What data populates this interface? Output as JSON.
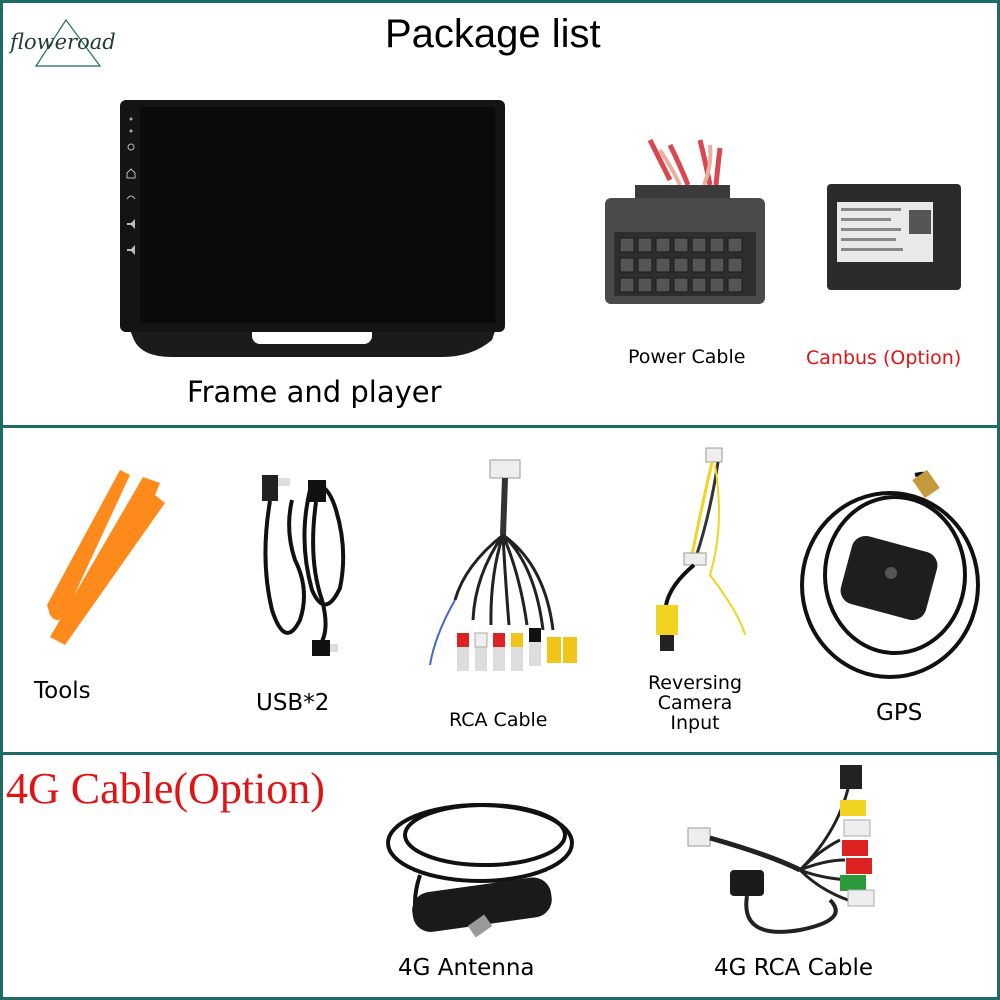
{
  "logo": {
    "text": "floweroad"
  },
  "header": {
    "title": "Package list"
  },
  "section1": {
    "frame_label": "Frame and player",
    "power_label": "Power Cable",
    "canbus_label": "Canbus (Option)"
  },
  "section2": {
    "tools_label": "Tools",
    "usb_label": "USB*2",
    "rca_label": "RCA Cable",
    "camera_label": [
      "Reversing",
      "Camera",
      "Input"
    ],
    "gps_label": "GPS"
  },
  "section3": {
    "cable_option_label": "4G Cable(Option)",
    "antenna_label": "4G Antenna",
    "rca4g_label": "4G RCA Cable"
  },
  "colors": {
    "border": "#1f6b66",
    "accent_red": "#e01414",
    "tool_orange": "#ff8a1c"
  }
}
